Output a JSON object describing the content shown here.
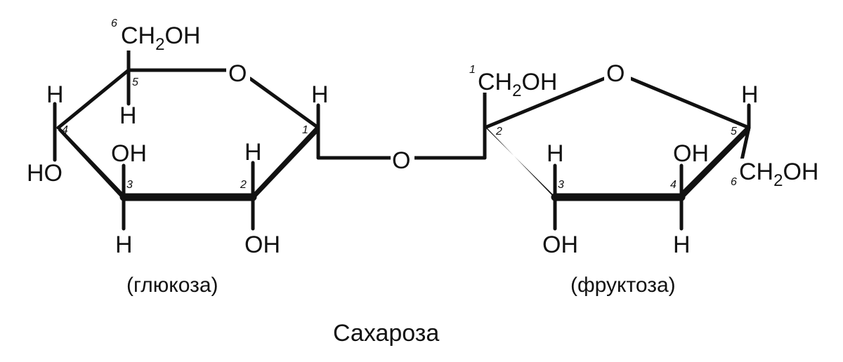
{
  "diagram": {
    "title": "Сахароза",
    "glucose": {
      "caption": "(глюкоза)",
      "ring_oxygen": "O",
      "ch2oh": {
        "ch": "CH",
        "sub": "2",
        "oh": "OH"
      },
      "atoms": {
        "h_c5": "H",
        "h_c4": "H",
        "ho_c4": "HO",
        "oh_c3": "OH",
        "h_c3": "H",
        "h_c2": "H",
        "oh_c2": "OH",
        "h_c1": "H"
      },
      "numbers": {
        "c6": "6",
        "c5": "5",
        "c4": "4",
        "c3": "3",
        "c2": "2",
        "c1": "1"
      }
    },
    "bridge_oxygen": "O",
    "fructose": {
      "caption": "(фруктоза)",
      "ring_oxygen": "O",
      "ch2oh_c1": {
        "ch": "CH",
        "sub": "2",
        "oh": "OH"
      },
      "ch2oh_c6": {
        "ch": "CH",
        "sub": "2",
        "oh": "OH"
      },
      "atoms": {
        "h_c3": "H",
        "oh_c3": "OH",
        "oh_c4": "OH",
        "h_c4": "H",
        "h_c5": "H"
      },
      "numbers": {
        "c1": "1",
        "c2": "2",
        "c3": "3",
        "c4": "4",
        "c5": "5",
        "c6": "6"
      }
    }
  }
}
